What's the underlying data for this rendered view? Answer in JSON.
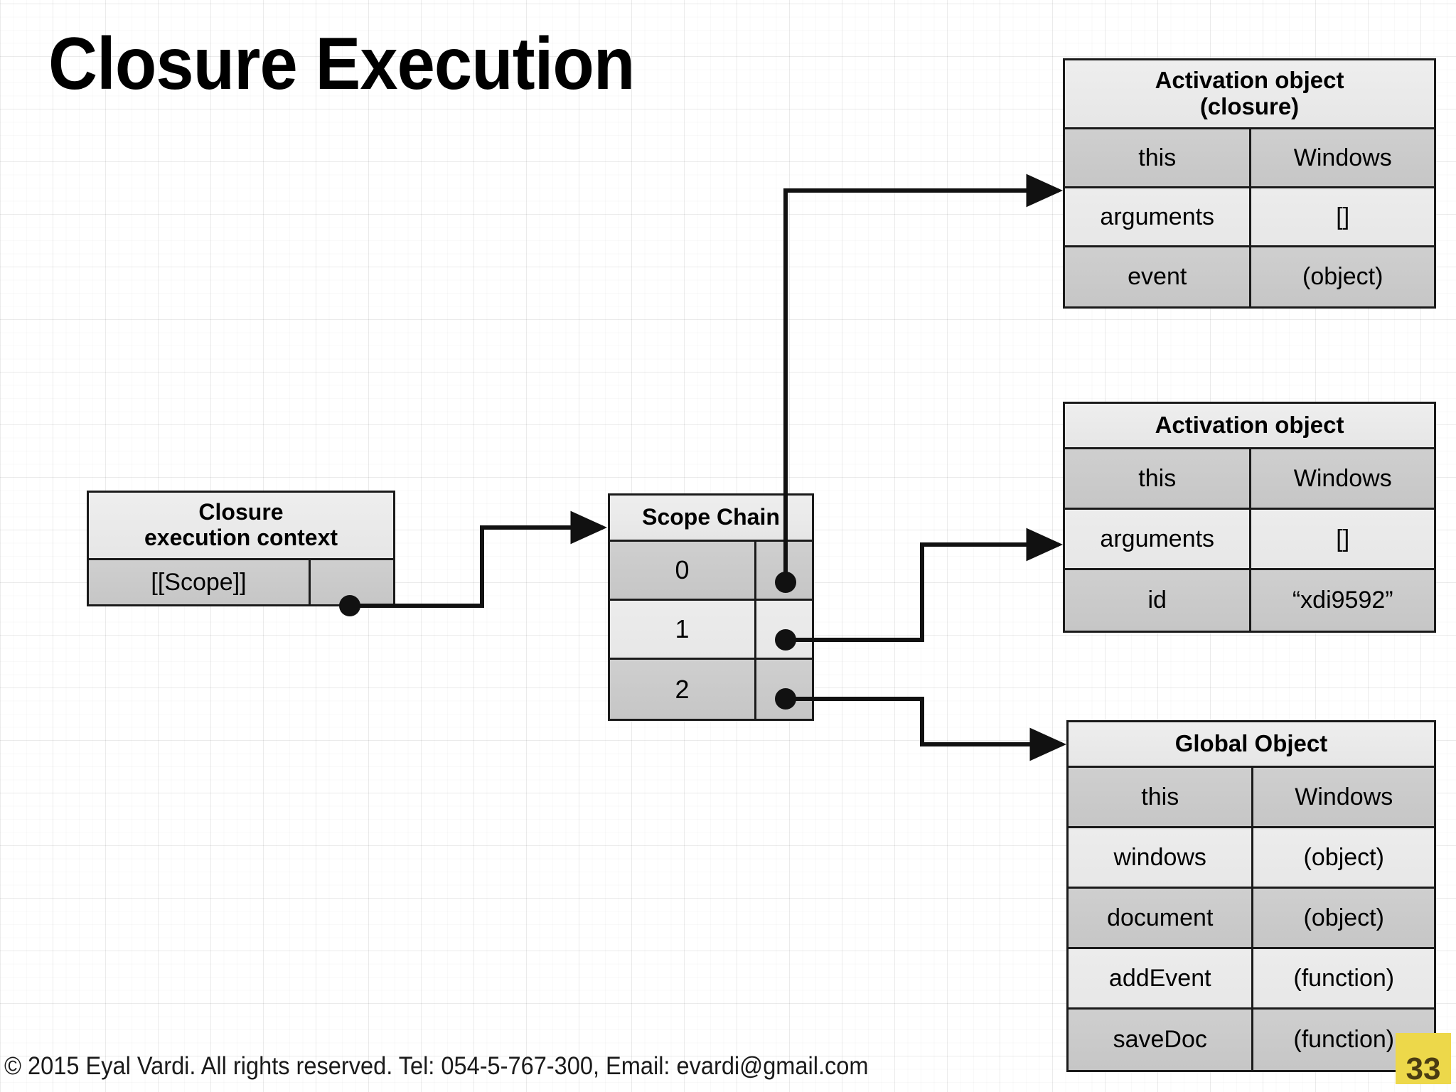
{
  "slide": {
    "title": "Closure Execution",
    "page_number": "33",
    "footer": "© 2015 Eyal Vardi. All rights reserved. Tel: 054-5-767-300, Email: evardi@gmail.com",
    "accent_color": "#edd84a",
    "border_color": "#1a1a1a",
    "row_dark_color": "#cccccc",
    "row_light_color": "#ebebeb"
  },
  "closure_execution_context": {
    "header_line1": "Closure",
    "header_line2": "execution context",
    "rows": [
      {
        "key": "[[Scope]]",
        "value": ""
      }
    ]
  },
  "scope_chain": {
    "header": "Scope Chain",
    "rows": [
      {
        "key": "0",
        "value": ""
      },
      {
        "key": "1",
        "value": ""
      },
      {
        "key": "2",
        "value": ""
      }
    ]
  },
  "activation_object_closure": {
    "header_line1": "Activation object",
    "header_line2": "(closure)",
    "rows": [
      {
        "key": "this",
        "value": "Windows"
      },
      {
        "key": "arguments",
        "value": "[]"
      },
      {
        "key": "event",
        "value": "(object)"
      }
    ]
  },
  "activation_object": {
    "header": "Activation object",
    "rows": [
      {
        "key": "this",
        "value": "Windows"
      },
      {
        "key": "arguments",
        "value": "[]"
      },
      {
        "key": "id",
        "value": "“xdi9592”"
      }
    ]
  },
  "global_object": {
    "header": "Global Object",
    "rows": [
      {
        "key": "this",
        "value": "Windows"
      },
      {
        "key": "windows",
        "value": "(object)"
      },
      {
        "key": "document",
        "value": "(object)"
      },
      {
        "key": "addEvent",
        "value": "(function)"
      },
      {
        "key": "saveDoc",
        "value": "(function)"
      }
    ]
  },
  "connectors": [
    {
      "from": "closure-execution-context.scope",
      "to": "scope-chain.header"
    },
    {
      "from": "scope-chain.0",
      "to": "activation-object-closure.this"
    },
    {
      "from": "scope-chain.1",
      "to": "activation-object.arguments"
    },
    {
      "from": "scope-chain.2",
      "to": "global-object.header"
    }
  ]
}
